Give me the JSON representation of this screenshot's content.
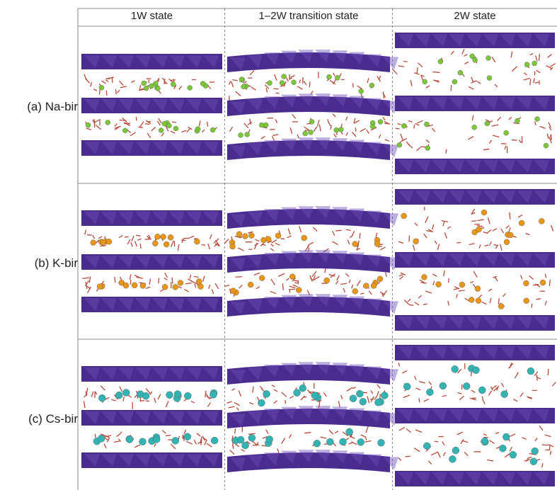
{
  "columns": [
    {
      "label": "1W state"
    },
    {
      "label": "1–2W transition state"
    },
    {
      "label": "2W state"
    }
  ],
  "rows": [
    {
      "label": "(a) Na-bir",
      "cation": "Na",
      "ion_color": "#7cc63a"
    },
    {
      "label": "(b) K-bir",
      "cation": "K",
      "ion_color": "#e8961a"
    },
    {
      "label": "(c) Cs-bir",
      "cation": "Cs",
      "ion_color": "#34b3b3"
    }
  ],
  "colors": {
    "layer": "#4a2c8f",
    "layer_light": "#6a4bb8",
    "water": "#b84a3c",
    "grid": "#888888"
  }
}
